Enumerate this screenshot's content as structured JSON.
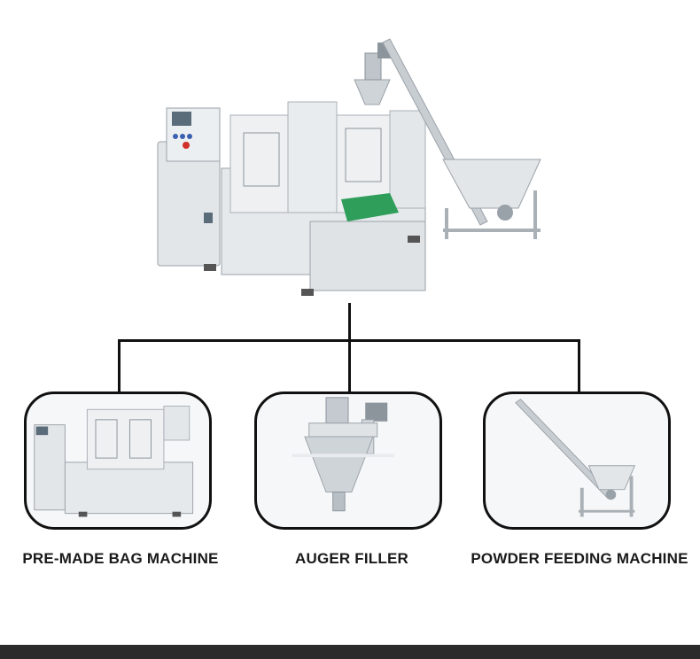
{
  "components": [
    {
      "id": "bag-machine",
      "label": "PRE-MADE BAG MACHINE"
    },
    {
      "id": "auger-filler",
      "label": "AUGER FILLER"
    },
    {
      "id": "powder-feeder",
      "label": "POWDER FEEDING MACHINE"
    }
  ],
  "colors": {
    "line": "#111111",
    "steel": "#d9dde1",
    "steel_dark": "#9aa2a9",
    "conveyor": "#2e9e5a",
    "footer": "#2b2b2b"
  }
}
